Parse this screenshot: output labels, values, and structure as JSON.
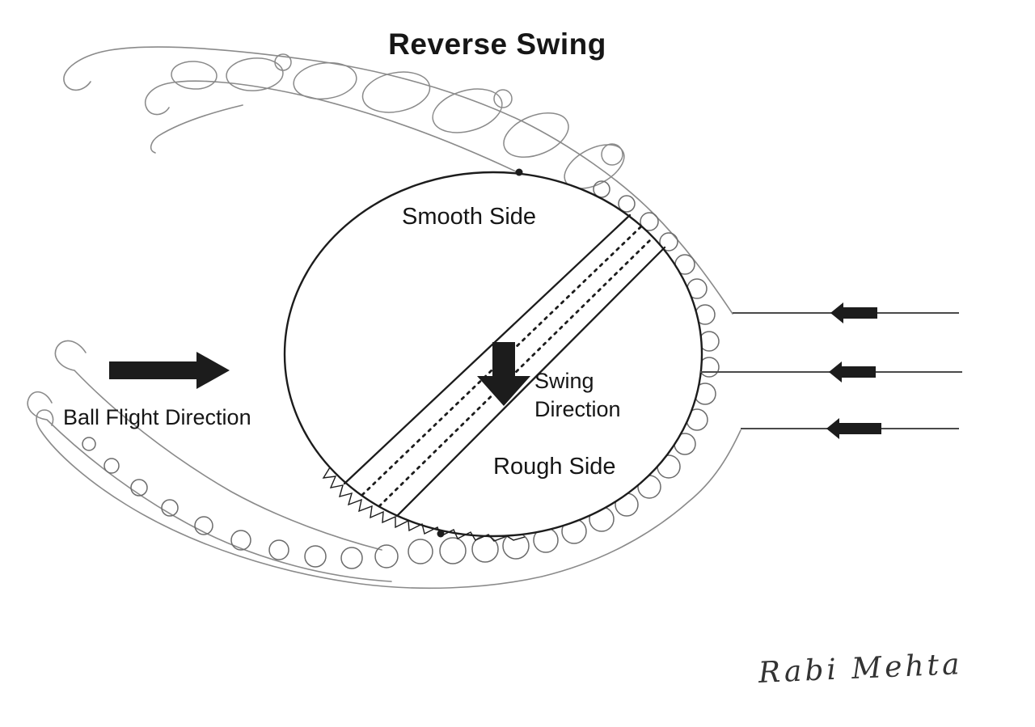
{
  "title": "Reverse Swing",
  "ball_labels": {
    "smooth": "Smooth Side",
    "rough": "Rough Side"
  },
  "swing_arrow": {
    "line1": "Swing",
    "line2": "Direction"
  },
  "flight_arrow": {
    "label": "Ball Flight Direction"
  },
  "airflow": {
    "line_count": 3
  },
  "signature": {
    "text": "Rabi Mehta"
  },
  "colors": {
    "ink": "#1c1c1c",
    "line": "#4a4a4a",
    "pencil": "#8a8a8a",
    "pencil_dark": "#6b6b6b",
    "background": "#ffffff"
  }
}
